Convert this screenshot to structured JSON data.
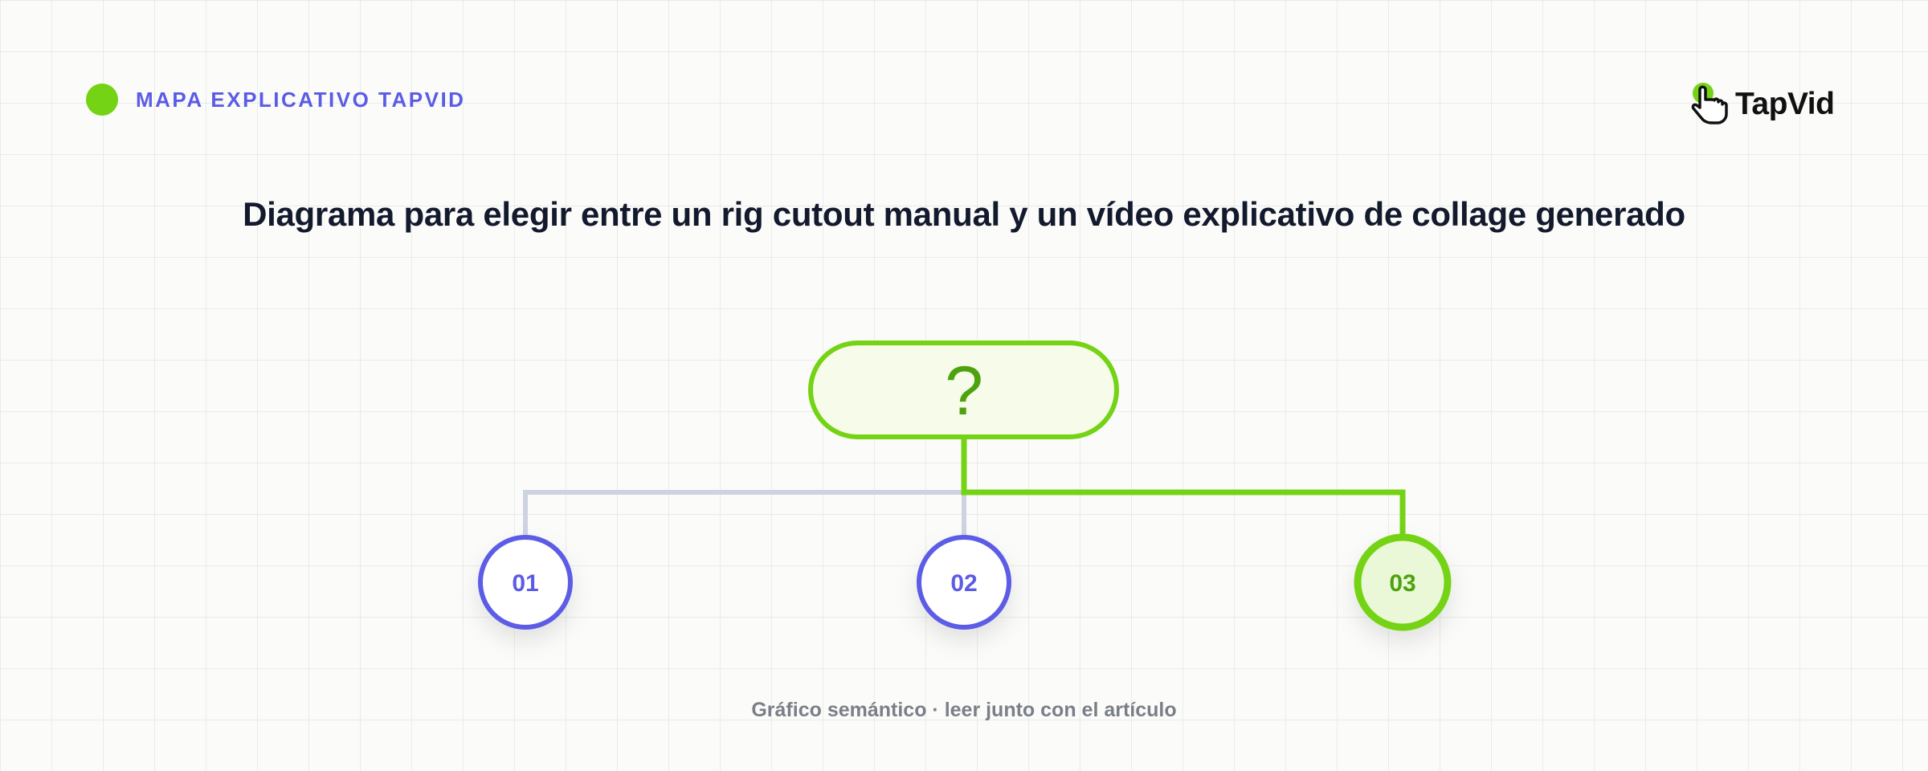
{
  "header": {
    "eyebrow": "MAPA EXPLICATIVO TAPVID",
    "logo_text": "TapVid",
    "logo_icon": "pointing-hand-icon"
  },
  "title": "Diagrama para elegir entre un rig cutout manual y un vídeo explicativo de collage generado",
  "decision": {
    "label": "?"
  },
  "options": [
    {
      "label": "01",
      "highlighted": false
    },
    {
      "label": "02",
      "highlighted": false
    },
    {
      "label": "03",
      "highlighted": true
    }
  ],
  "footnote": "Gráfico semántico · leer junto con el artículo",
  "colors": {
    "accent_green": "#74d314",
    "dark_green": "#4ea20e",
    "accent_purple": "#5b5be6",
    "connector_gray": "#cdd3e0",
    "title": "#141a2e"
  }
}
